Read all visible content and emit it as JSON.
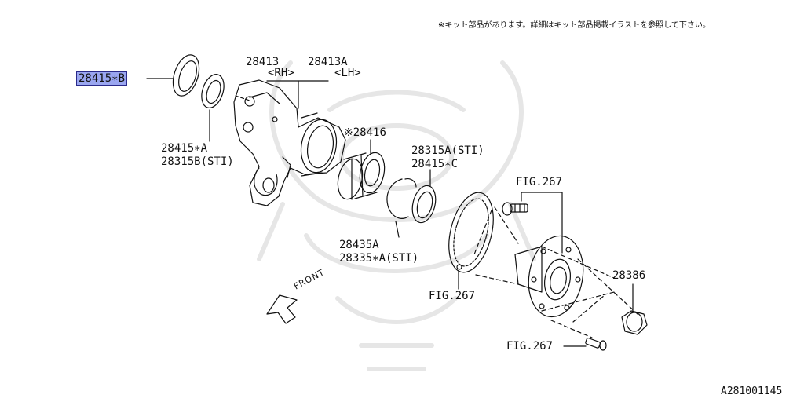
{
  "note": "※キット部品があります。詳細はキット部品掲載イラストを参照して下さい。",
  "diagram_code": "A281001145",
  "front_label": "FRONT",
  "colors": {
    "highlight_fill": "#9aa6f0",
    "highlight_border": "#2a2a8a",
    "line": "#111111",
    "watermark": "#e6e6e6"
  },
  "parts": {
    "p28415B": "28415∗B",
    "p28413": "28413",
    "p28413_rh": "<RH>",
    "p28413A": "28413A",
    "p28413A_lh": "<LH>",
    "p28416": "※28416",
    "p28415A": "28415∗A",
    "p28315B": "28315B(STI)",
    "p28315A": "28315A(STI)",
    "p28415C": "28415∗C",
    "p28435A": "28435A",
    "p28335A": "28335∗A(STI)",
    "fig_top": "FIG.267",
    "fig_mid": "FIG.267",
    "fig_bot": "FIG.267",
    "p28386": "28386"
  }
}
